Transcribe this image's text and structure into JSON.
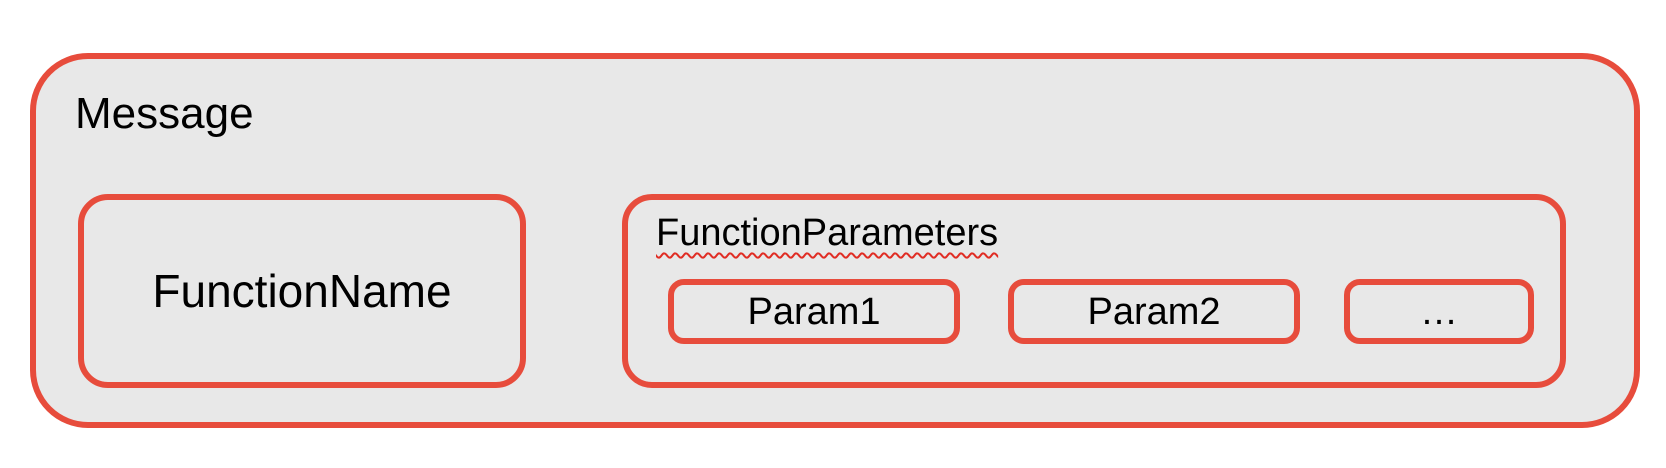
{
  "diagram": {
    "message": {
      "label": "Message"
    },
    "function_name": {
      "label": "FunctionName"
    },
    "function_parameters": {
      "label": "FunctionParameters",
      "params": [
        {
          "label": "Param1"
        },
        {
          "label": "Param2"
        },
        {
          "label": "…"
        }
      ]
    }
  },
  "colors": {
    "border_red": "#e74c3c",
    "squiggle_red": "#e02d24",
    "box_fill": "#e8e8e8",
    "text": "#000000",
    "page_background": "#ffffff"
  }
}
